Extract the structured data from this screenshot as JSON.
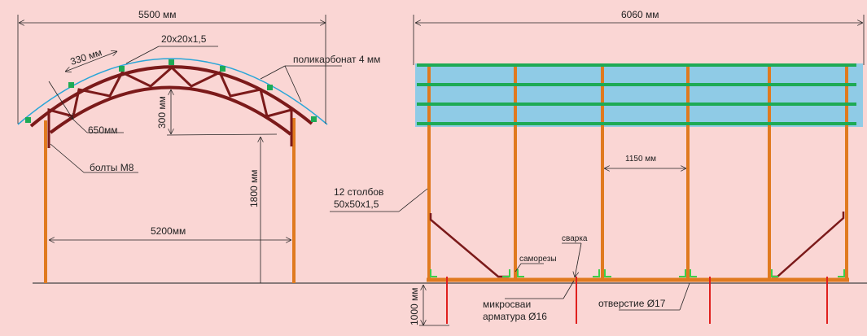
{
  "colors": {
    "background": "#fad6d4",
    "post": "#e07a1f",
    "truss": "#7b1a1a",
    "purlin": "#1eaa55",
    "polycarbonate": "#8fcbe6",
    "pile": "#e0201e"
  },
  "side_view": {
    "span_outer": "5500 мм",
    "profile": "20x20x1,5",
    "purlin_step": "330 мм",
    "polycarbonate": "поликарбонат 4 мм",
    "truss_height": "300 мм",
    "strut": "650мм",
    "bolts": "болты М8",
    "post_height": "1800 мм",
    "span_inner": "5200мм"
  },
  "front_view": {
    "length": "6060 мм",
    "post_step": "1150 мм",
    "posts_line1": "12 столбов",
    "posts_line2": "50x50x1,5",
    "welding": "сварка",
    "screws": "саморезы",
    "piles_line1": "микросваи",
    "piles_line2": "арматура Ø16",
    "hole": "отверстие Ø17",
    "pile_depth": "1000 мм"
  }
}
